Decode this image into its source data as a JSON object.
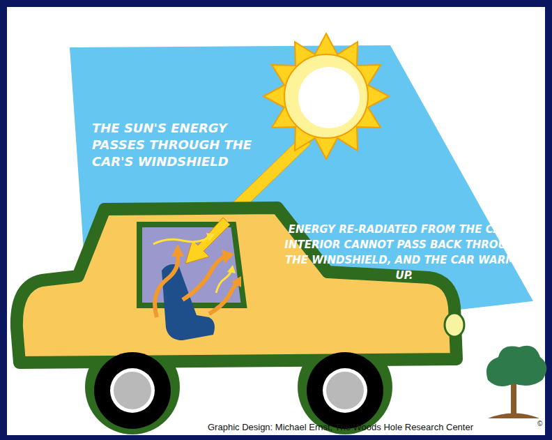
{
  "diagram": {
    "labels": [
      "THE SUN'S ENERGY PASSES THROUGH THE CAR'S WINDSHIELD",
      "ENERGY RE-RADIATED FROM THE CAR'S INTERIOR CANNOT PASS BACK THROUGH THE WINDSHIELD, AND THE CAR WARMS UP.",
      "Graphic Design: Michael Ernst, The Woods Hole Research Center",
      "©"
    ]
  }
}
